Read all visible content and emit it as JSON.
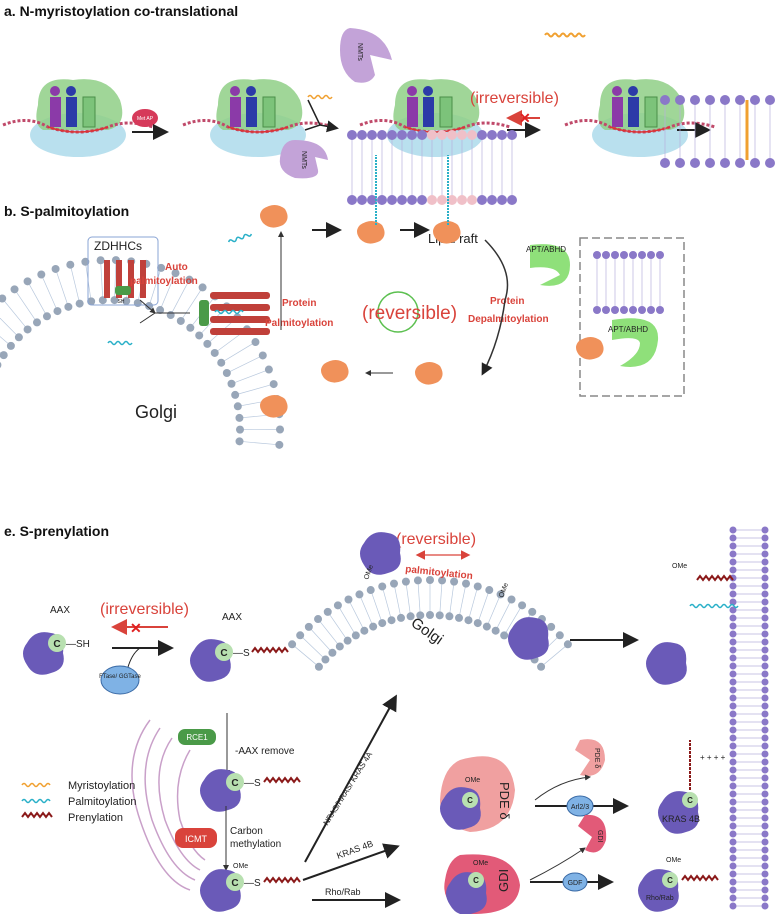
{
  "panels": {
    "a": {
      "title": "a. N-myristoylation co-translational",
      "met_ap": "Met AP",
      "nmts": "NMTs",
      "irreversible": "(irreversible)"
    },
    "b": {
      "title": "b. S-palmitoylation",
      "zdhhcs": "ZDHHCs",
      "sh": "SH",
      "auto_palm_1": "Auto",
      "auto_palm_2": "palmitoylation",
      "protein_palm_1": "Protein",
      "protein_palm_2": "Palmitoylation",
      "lipid_raft": "Lipid raft",
      "reversible": "(reversible)",
      "protein_depalm_1": "Protein",
      "protein_depalm_2": "Depalmitoylation",
      "apt_abhd": "APT/ABHD",
      "golgi": "Golgi"
    },
    "e": {
      "title": "e. S-prenylation",
      "aax": "AAX",
      "c": "C",
      "sh": "—SH",
      "s": "—S",
      "ome": "OMe",
      "irreversible": "(irreversible)",
      "ftase": "FTase/ GGTase",
      "rce1": "RCE1",
      "aax_remove": "-AAX remove",
      "icmt": "ICMT",
      "carbon_1": "Carbon",
      "carbon_2": "methylation",
      "nras": "NRAS/HRAS/ KRAS 4A",
      "kras4b": "KRAS 4B",
      "rho_rab": "Rho/Rab",
      "reversible": "(reversible)",
      "palmitoylation": "palmitoylation",
      "golgi": "Golgi",
      "pde": "PDE δ",
      "arl": "Arl2/3",
      "gdi": "GDI",
      "gdf": "GDF",
      "kras4b_mem": "KRAS 4B",
      "rho_rab_mem": "Rho/Rab"
    }
  },
  "legend": [
    {
      "label": "Myristoylation",
      "color": "#f0a030"
    },
    {
      "label": "Palmitoylation",
      "color": "#2ab0c8"
    },
    {
      "label": "Prenylation",
      "color": "#8b1a1a"
    }
  ],
  "colors": {
    "accent_red": "#d9433b",
    "protein_purple": "#6a5ab8",
    "nmt_lilac": "#c3a3d8",
    "palm_orange": "#f0915a",
    "apt_green": "#8fe07a",
    "zdhhc_red": "#c0403a",
    "membrane_grey": "#98a6b8",
    "pde_pink": "#f0a0a0",
    "gdi_pink": "#e25a78"
  }
}
